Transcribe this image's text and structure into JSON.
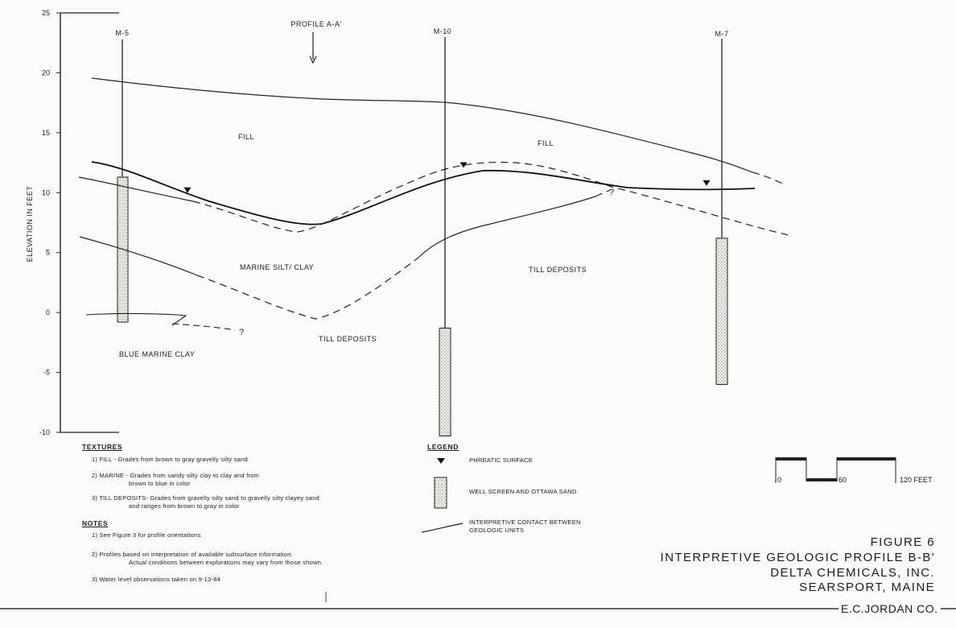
{
  "chart_data": {
    "type": "diagram",
    "ylabel": "ELEVATION IN FEET",
    "ylim": [
      -10,
      25
    ],
    "yticks": [
      "25",
      "20",
      "15",
      "10",
      "5",
      "0",
      "-5",
      "-10"
    ],
    "profile_marker": "PROFILE A-A'",
    "wells": [
      {
        "name": "M-5",
        "screen_top_ft": 11.3,
        "screen_bottom_ft": -0.8,
        "water_level_ft": 9.9
      },
      {
        "name": "M-10",
        "screen_top_ft": -1.3,
        "screen_bottom_ft": -10.3,
        "water_level_ft": 12.0
      },
      {
        "name": "M-7",
        "screen_top_ft": 6.2,
        "screen_bottom_ft": -6.0,
        "water_level_ft": 10.5
      }
    ],
    "units": [
      {
        "label": "FILL"
      },
      {
        "label": "FILL"
      },
      {
        "label": "MARINE SILT/ CLAY"
      },
      {
        "label": "TILL DEPOSITS"
      },
      {
        "label": "TILL DEPOSITS"
      },
      {
        "label": "BLUE MARINE CLAY"
      }
    ],
    "query_marks": [
      "?",
      "?"
    ]
  },
  "textures": {
    "heading": "TEXTURES",
    "items": [
      {
        "text": "1) FILL - Grades from brown to gray gravelly silty sand"
      },
      {
        "text": "2) MARINE - Grades from sandy silty clay to clay and from",
        "cont": "brown to blue in color"
      },
      {
        "text": "3) TILL DEPOSITS- Grades from gravelly silty sand to gravelly silty clayey sand",
        "cont": "and ranges from brown to gray in color"
      }
    ]
  },
  "notes": {
    "heading": "NOTES",
    "items": [
      {
        "text": "1) See Figure 3 for profile orientations"
      },
      {
        "text": "2) Profiles based on interpretation of available subsurface information.",
        "cont": "Actual conditions between explorations may vary from those shown."
      },
      {
        "text": "3) Water level observations taken on 9-13-84"
      }
    ]
  },
  "legend": {
    "heading": "LEGEND",
    "items": [
      {
        "label": "PHREATIC SURFACE"
      },
      {
        "label": "WELL SCREEN AND OTTAWA SAND"
      },
      {
        "label": "INTERPRETIVE CONTACT BETWEEN",
        "cont": "GEOLOGIC UNITS"
      }
    ]
  },
  "scale_bar": {
    "ticks": [
      "0",
      "60",
      "120 FEET"
    ]
  },
  "title_block": {
    "figure": "FIGURE 6",
    "title": "INTERPRETIVE GEOLOGIC PROFILE B-B'",
    "company": "DELTA CHEMICALS, INC.",
    "location": "SEARSPORT, MAINE",
    "firm": "E.C.JORDAN CO."
  }
}
